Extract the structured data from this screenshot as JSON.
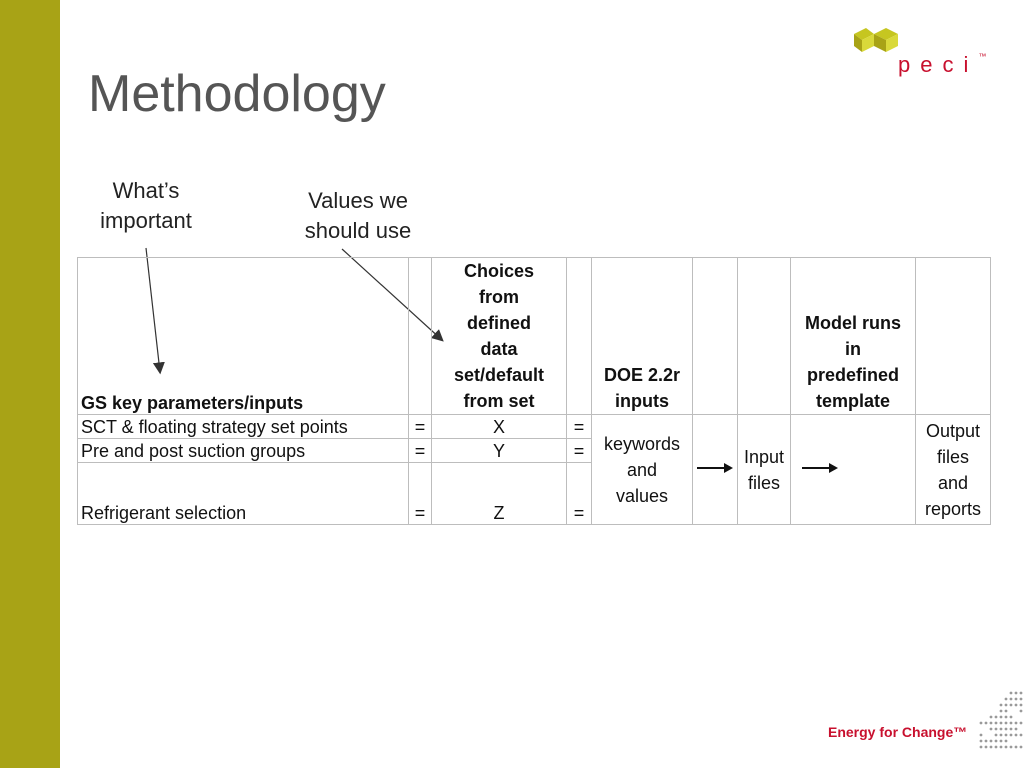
{
  "slide": {
    "title": "Methodology",
    "accent": "#a8a316",
    "brand_red": "#c8102e"
  },
  "callouts": [
    {
      "line1": "What’s",
      "line2": "important"
    },
    {
      "line1": "Values we",
      "line2": "should use"
    }
  ],
  "table": {
    "headers": {
      "param": "GS key parameters/inputs",
      "choices": [
        "Choices",
        "from",
        "defined",
        "data",
        "set/default",
        "from set"
      ],
      "doe": [
        "DOE 2.2r",
        "inputs"
      ],
      "model": [
        "Model runs",
        "in",
        "predefined",
        "template"
      ]
    },
    "rows": [
      {
        "param": "SCT & floating strategy set points",
        "eq1": "=",
        "val": "X",
        "eq2": "="
      },
      {
        "param": "Pre and post suction groups",
        "eq1": "=",
        "val": "Y",
        "eq2": "="
      },
      {
        "param": "Refrigerant selection",
        "eq1": "=",
        "val": "Z",
        "eq2": "="
      }
    ],
    "keywords": [
      "keywords",
      "and",
      "values"
    ],
    "input_files": [
      "Input",
      "files"
    ],
    "output": [
      "Output",
      "files",
      "and",
      "reports"
    ]
  },
  "logo": {
    "text": "peci",
    "mark": "™"
  },
  "tagline": "Energy for Change™",
  "icons": [
    "arrow-right-icon",
    "logo-cube-icon",
    "dots-pattern-icon"
  ]
}
